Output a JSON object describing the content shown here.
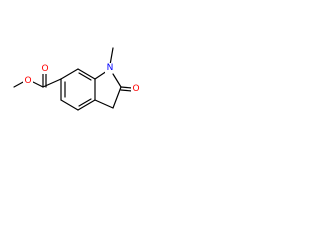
{
  "molecule": {
    "atoms": [
      {
        "id": "o_ester_single",
        "symbol": "O",
        "color": "#ff0000"
      },
      {
        "id": "o_ester_carbonyl",
        "symbol": "O",
        "color": "#ff0000"
      },
      {
        "id": "n_ring",
        "symbol": "N",
        "color": "#0000ff"
      },
      {
        "id": "o_lactam",
        "symbol": "O",
        "color": "#ff0000"
      }
    ]
  }
}
